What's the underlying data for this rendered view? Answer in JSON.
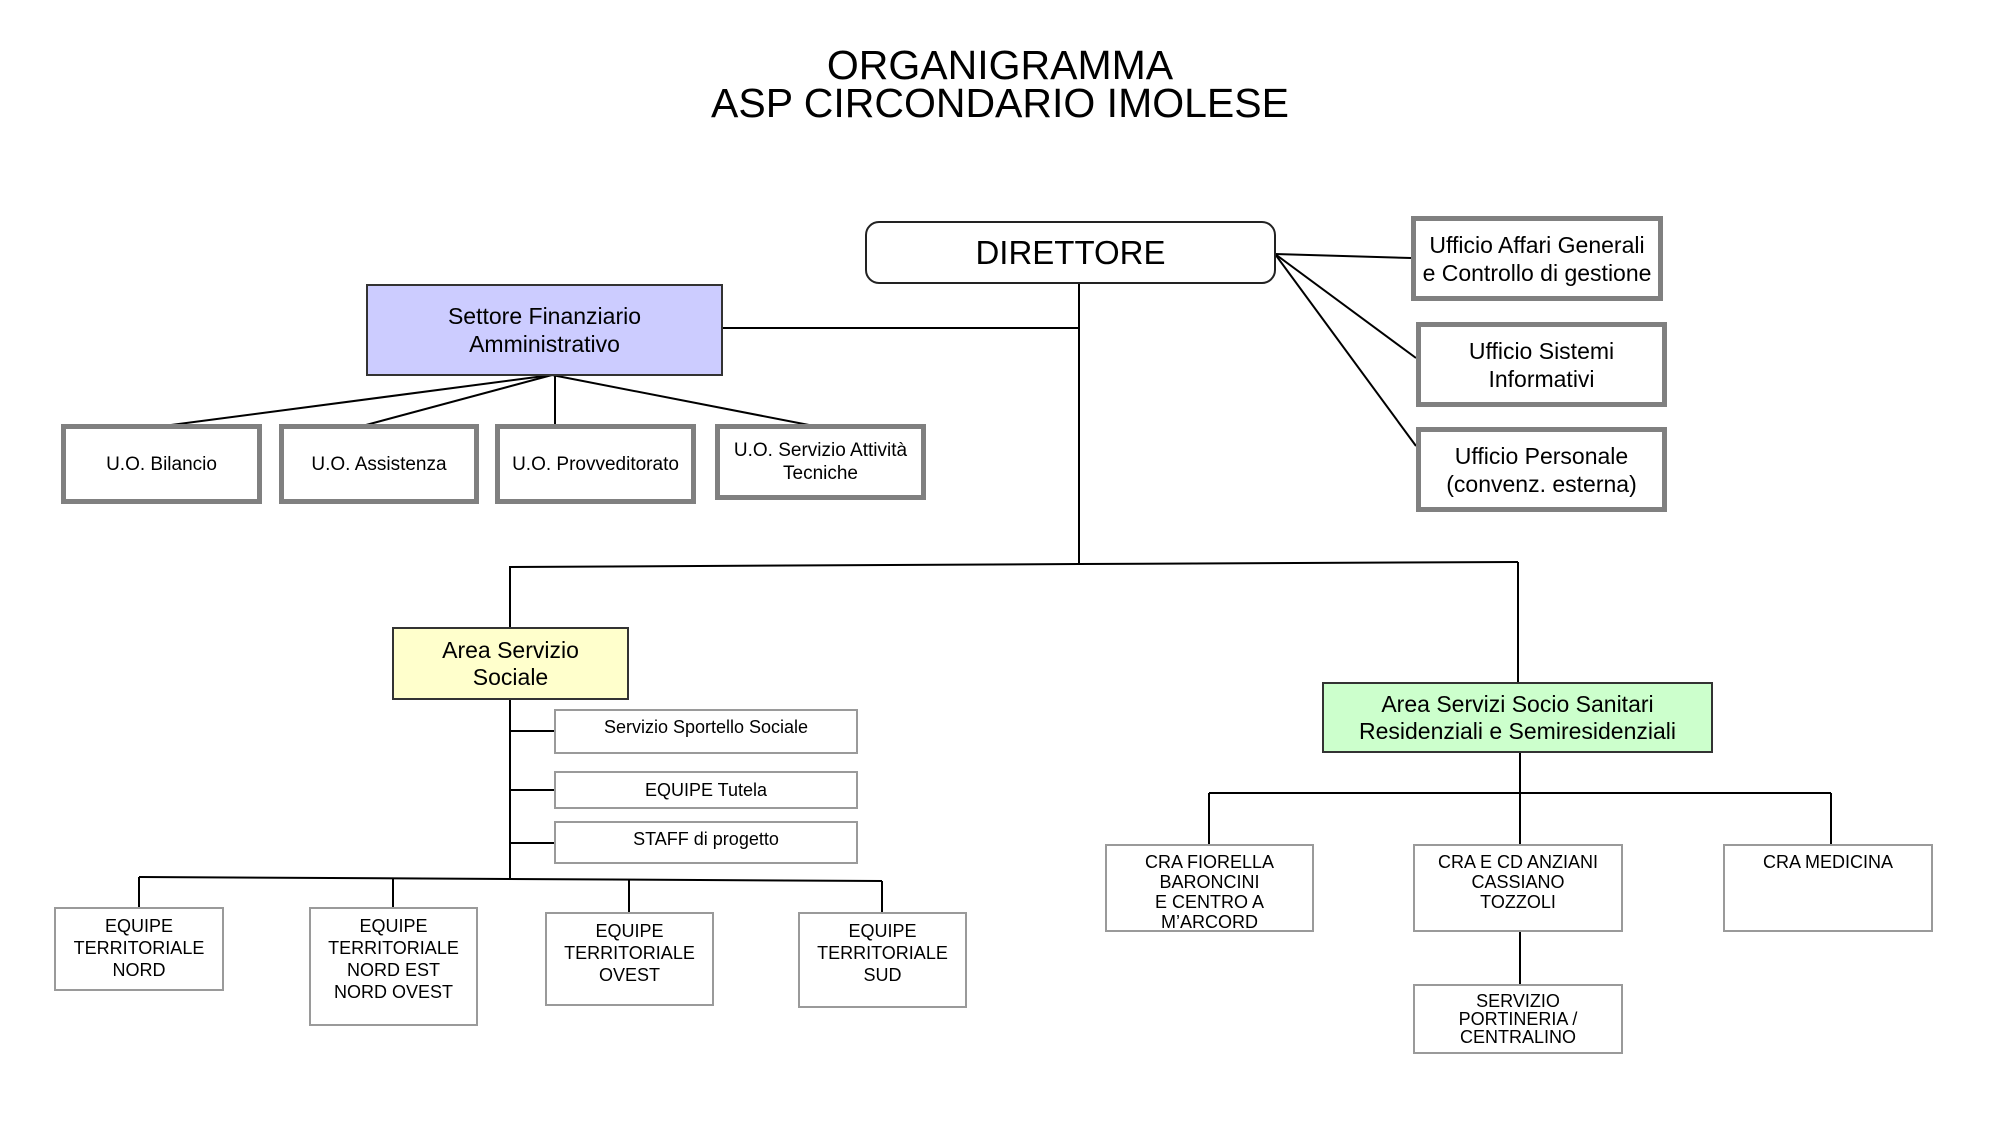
{
  "title": {
    "line1": "ORGANIGRAMMA",
    "line2": "ASP CIRCONDARIO IMOLESE"
  },
  "colors": {
    "settore_fill": "#ccccff",
    "area_sociale_fill": "#ffffcc",
    "area_sanitaria_fill": "#ccffcc",
    "line": "#000000",
    "gray_border": "#808080"
  },
  "direttore": {
    "label": "DIRETTORE"
  },
  "staff_offices": [
    {
      "line1": "Ufficio Affari Generali",
      "line2": "e Controllo di gestione"
    },
    {
      "line1": "Ufficio Sistemi",
      "line2": "Informativi"
    },
    {
      "line1": "Ufficio Personale",
      "line2": "(convenz. esterna)"
    }
  ],
  "settore": {
    "line1": "Settore Finanziario",
    "line2": "Amministrativo",
    "units": [
      {
        "line1": "U.O. Bilancio",
        "line2": ""
      },
      {
        "line1": "U.O. Assistenza",
        "line2": ""
      },
      {
        "line1": "U.O. Provveditorato",
        "line2": ""
      },
      {
        "line1": "U.O. Servizio Attività",
        "line2": "Tecniche"
      }
    ]
  },
  "area_sociale": {
    "line1": "Area Servizio",
    "line2": "Sociale",
    "services": [
      "Servizio Sportello Sociale",
      "EQUIPE Tutela",
      "STAFF di progetto"
    ],
    "equipes": [
      {
        "lines": [
          "EQUIPE",
          "TERRITORIALE",
          "NORD"
        ]
      },
      {
        "lines": [
          "EQUIPE",
          "TERRITORIALE",
          "NORD EST",
          "NORD OVEST"
        ]
      },
      {
        "lines": [
          "EQUIPE",
          "TERRITORIALE",
          "OVEST"
        ]
      },
      {
        "lines": [
          "EQUIPE",
          "TERRITORIALE",
          "SUD"
        ]
      }
    ]
  },
  "area_sanitaria": {
    "line1": "Area Servizi Socio Sanitari",
    "line2": "Residenziali e Semiresidenziali",
    "structures": [
      {
        "lines": [
          "CRA FIORELLA",
          "BARONCINI",
          "E CENTRO A",
          "M’ARCORD"
        ]
      },
      {
        "lines": [
          "CRA  E CD ANZIANI",
          "CASSIANO",
          "TOZZOLI"
        ]
      },
      {
        "lines": [
          "CRA  MEDICINA"
        ]
      }
    ],
    "sub_structure": {
      "lines": [
        "SERVIZIO",
        "PORTINERIA /",
        "CENTRALINO"
      ]
    }
  }
}
